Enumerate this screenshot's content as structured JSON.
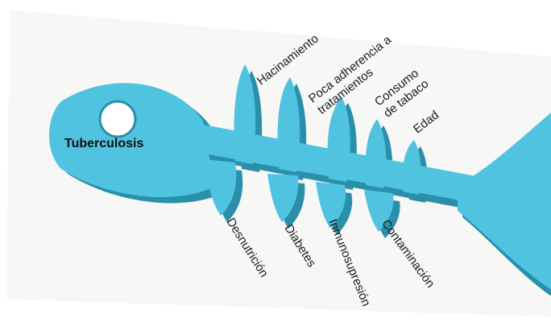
{
  "diagram": {
    "type": "fishbone",
    "effect": "Tuberculosis",
    "top_causes": [
      "Hacinamiento",
      "Poca adherencia a tratamientos",
      "Consumo de tabaco",
      "Edad"
    ],
    "bottom_causes": [
      "Desnutrición",
      "Diabetes",
      "Inmunosupresión",
      "Contaminación"
    ]
  },
  "colors": {
    "fish": "#4fc3e0",
    "shadow": "#2a8fa9",
    "background_paper": "#f7f7f5",
    "eye": "#ffffff"
  }
}
